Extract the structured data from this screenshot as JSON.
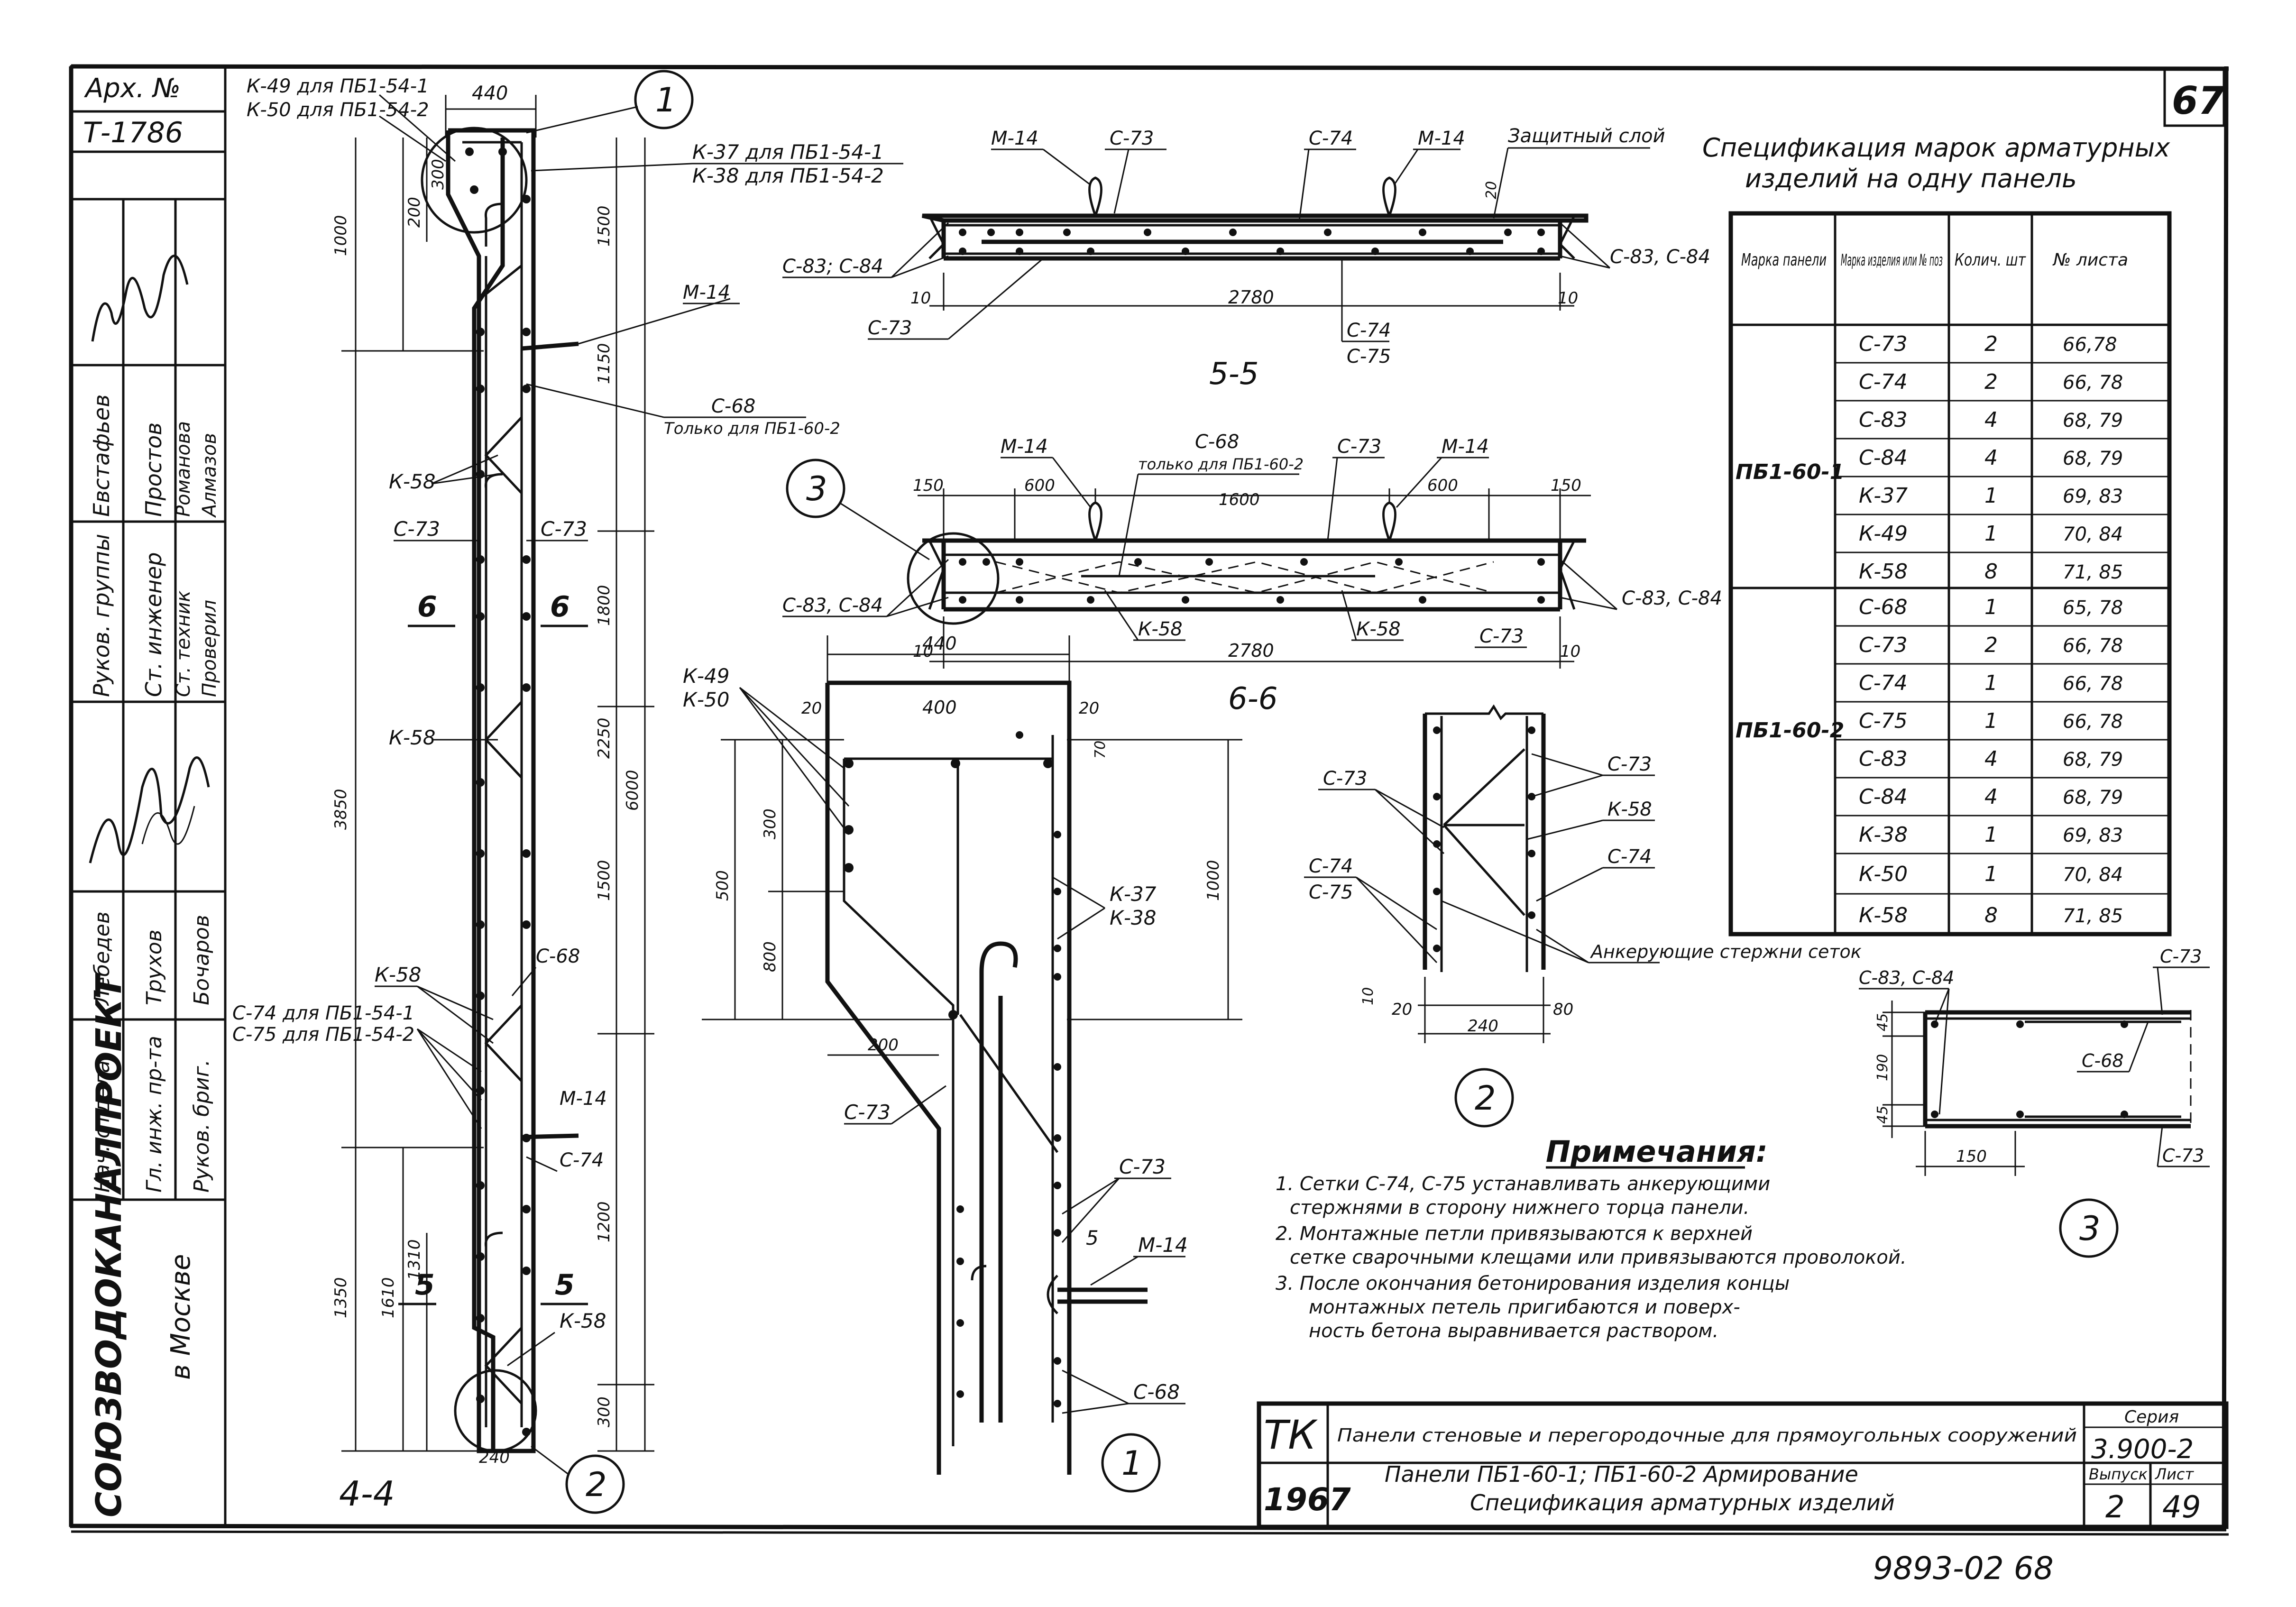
{
  "sheet": {
    "sheet_no": "67",
    "archive_label": "Арх. №",
    "archive_no": "Т-1786",
    "bottom_stamp": "9893-02 68"
  },
  "side_stamp": {
    "roles": [
      {
        "role": "Руков. группы",
        "name": "Евстафьев"
      },
      {
        "role": "Ст. инженер",
        "name": "Простов"
      },
      {
        "role": "Ст. техник",
        "name": "Романова"
      },
      {
        "role": "Проверил",
        "name": "Алмазов"
      },
      {
        "role": "Нач. отдела",
        "name": "Лебедев"
      },
      {
        "role": "Гл. инж. пр-та",
        "name": "Трухов"
      },
      {
        "role": "Руков. бриг.",
        "name": "Бочаров"
      }
    ],
    "org": "СОЮЗВОДОКАНАЛПРОЕКТ",
    "city": "в Москве"
  },
  "title_block": {
    "tk": "ТК",
    "year": "1967",
    "subject": "Панели стеновые и перегородочные для прямоугольных сооружений",
    "title_line1": "Панели ПБ1-60-1; ПБ1-60-2 Армирование",
    "title_line2": "Спецификация арматурных изделий",
    "series_label": "Серия",
    "series": "3.900-2",
    "issue_label": "Выпуск",
    "issue": "2",
    "sheet_label": "Лист",
    "sheet": "49"
  },
  "spec_table": {
    "title_line1": "Спецификация марок арматурных",
    "title_line2": "изделий на одну панель",
    "headers": [
      "Марка панели",
      "Марка изделия или № поз",
      "Колич. шт",
      "№ листа"
    ],
    "groups": [
      {
        "panel": "ПБ1-60-1",
        "rows": [
          {
            "mark": "С-73",
            "qty": "2",
            "sheets": "66,78"
          },
          {
            "mark": "С-74",
            "qty": "2",
            "sheets": "66, 78"
          },
          {
            "mark": "С-83",
            "qty": "4",
            "sheets": "68, 79"
          },
          {
            "mark": "С-84",
            "qty": "4",
            "sheets": "68, 79"
          },
          {
            "mark": "К-37",
            "qty": "1",
            "sheets": "69, 83"
          },
          {
            "mark": "К-49",
            "qty": "1",
            "sheets": "70, 84"
          },
          {
            "mark": "К-58",
            "qty": "8",
            "sheets": "71, 85"
          }
        ]
      },
      {
        "panel": "ПБ1-60-2",
        "rows": [
          {
            "mark": "С-68",
            "qty": "1",
            "sheets": "65, 78"
          },
          {
            "mark": "С-73",
            "qty": "2",
            "sheets": "66, 78"
          },
          {
            "mark": "С-74",
            "qty": "1",
            "sheets": "66, 78"
          },
          {
            "mark": "С-75",
            "qty": "1",
            "sheets": "66, 78"
          },
          {
            "mark": "С-83",
            "qty": "4",
            "sheets": "68, 79"
          },
          {
            "mark": "С-84",
            "qty": "4",
            "sheets": "68, 79"
          },
          {
            "mark": "К-38",
            "qty": "1",
            "sheets": "69, 83"
          },
          {
            "mark": "К-50",
            "qty": "1",
            "sheets": "70, 84"
          },
          {
            "mark": "К-58",
            "qty": "8",
            "sheets": "71, 85"
          }
        ]
      }
    ]
  },
  "notes": {
    "title": "Примечания:",
    "items": [
      "1. Сетки С-74, С-75 устанавливать анкерующими",
      "стержнями в сторону нижнего торца панели.",
      "2. Монтажные петли привязываются к верхней",
      "сетке сварочными клещами или привязываются проволокой.",
      "3. После окончания бетонирования изделия концы",
      "монтажных петель пригибаются и поверх-",
      "ность бетона выравнивается раствором."
    ]
  },
  "section_4_4": {
    "caption": "4-4",
    "top_width": "440",
    "bottom_width": "240",
    "note_k49": "К-49 для ПБ1-54-1",
    "note_k50": "К-50 для ПБ1-54-2",
    "note_k37": "К-37 для ПБ1-54-1",
    "note_k38": "К-38 для ПБ1-54-2",
    "note_c74": "С-74 для ПБ1-54-1",
    "note_c75": "С-75 для ПБ1-54-2",
    "c68": "С-68",
    "c68_note": "Только для ПБ1-60-2",
    "m14": "М-14",
    "k58": "К-58",
    "c73": "С-73",
    "c74": "С-74",
    "mark6": "6",
    "mark5": "5",
    "dims_left": [
      "300",
      "200",
      "1000",
      "3850",
      "1350",
      "1610",
      "1310"
    ],
    "dims_right": [
      "1500",
      "1150",
      "1800",
      "6000",
      "2250",
      "1500",
      "1200",
      "300"
    ],
    "circle1": "1",
    "circle2": "2"
  },
  "section_5_5": {
    "caption": "5-5",
    "width": "2780",
    "edge": "10",
    "cover": "20",
    "m14": "М-14",
    "c73": "С-73",
    "c74": "С-74",
    "c75": "С-75",
    "c83c84_left": "С-83; С-84",
    "c83c84_right": "С-83, С-84",
    "protective": "Защитный слой"
  },
  "section_6_6": {
    "caption": "6-6",
    "width": "2780",
    "dims_top": [
      "150",
      "600",
      "1600",
      "600",
      "150"
    ],
    "edge": "10",
    "m14": "М-14",
    "c68": "С-68",
    "c68_note": "только для ПБ1-60-2",
    "c73": "С-73",
    "k58": "К-58",
    "c83c84": "С-83, С-84",
    "circle3": "3"
  },
  "detail_1": {
    "circle": "1",
    "width": "440",
    "inner": "400",
    "margin": "20",
    "dims": [
      "300",
      "500",
      "800",
      "200",
      "1000",
      "70"
    ],
    "k49": "К-49",
    "k50": "К-50",
    "k37": "К-37",
    "k38": "К-38",
    "c73": "С-73",
    "m14": "М-14",
    "c68": "С-68",
    "mark5": "5"
  },
  "detail_2": {
    "circle": "2",
    "dims": [
      "20",
      "240",
      "80",
      "10"
    ],
    "c73": "С-73",
    "k58": "К-58",
    "c74": "С-74",
    "c75": "С-75",
    "anchor": "Анкерующие стержни сеток"
  },
  "detail_3": {
    "circle": "3",
    "c83c84": "С-83, С-84",
    "c73": "С-73",
    "c68": "С-68",
    "dims": [
      "45",
      "190",
      "45",
      "150"
    ]
  }
}
